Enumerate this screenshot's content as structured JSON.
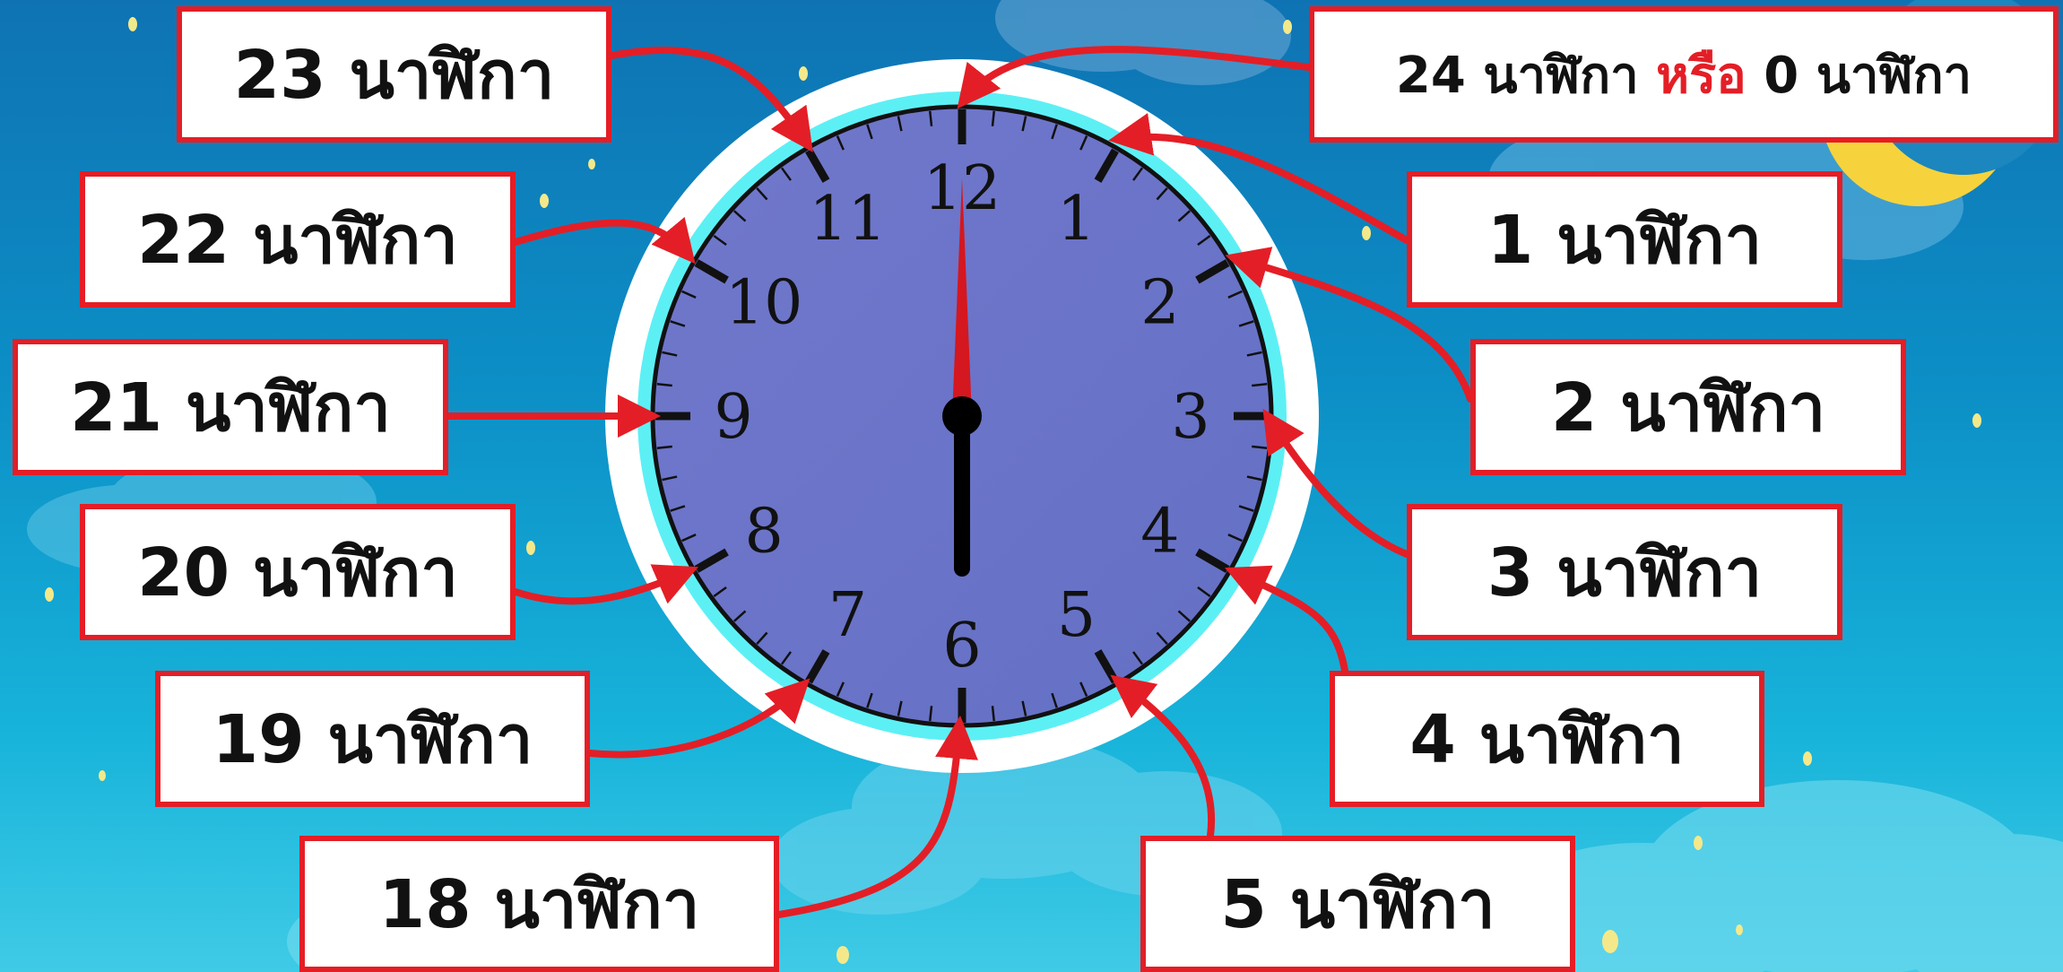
{
  "colors": {
    "sky_top": "#0f73b3",
    "sky_bottom": "#3fcbe6",
    "label_border": "#e41e26",
    "arrow": "#e41e26",
    "clock_face": "#6b74c8",
    "clock_rim": "#5cf0f5",
    "clock_outer_ring": "#ffffff",
    "hour_hand": "#000000",
    "minute_hand": "#d5171f",
    "moon": "#f6d33c"
  },
  "clock": {
    "numerals": [
      "12",
      "1",
      "2",
      "3",
      "4",
      "5",
      "6",
      "7",
      "8",
      "9",
      "10",
      "11"
    ],
    "shown_time": "6:00",
    "icon": "analog-clock-icon"
  },
  "labels": {
    "unit": "นาฬิกา",
    "or_word": "หรือ",
    "h0": {
      "left": "24 นาฬิกา",
      "right": "0 นาฬิกา"
    },
    "h1": "1 นาฬิกา",
    "h2": "2 นาฬิกา",
    "h3": "3 นาฬิกา",
    "h4": "4 นาฬิกา",
    "h5": "5 นาฬิกา",
    "h18": "18 นาฬิกา",
    "h19": "19 นาฬิกา",
    "h20": "20 นาฬิกา",
    "h21": "21 นาฬิกา",
    "h22": "22 นาฬิกา",
    "h23": "23 นาฬิกา"
  },
  "decorations": {
    "moon_icon": "crescent-moon-icon",
    "star_icon": "star-dot-icon",
    "cloud_icon": "cloud-icon"
  }
}
